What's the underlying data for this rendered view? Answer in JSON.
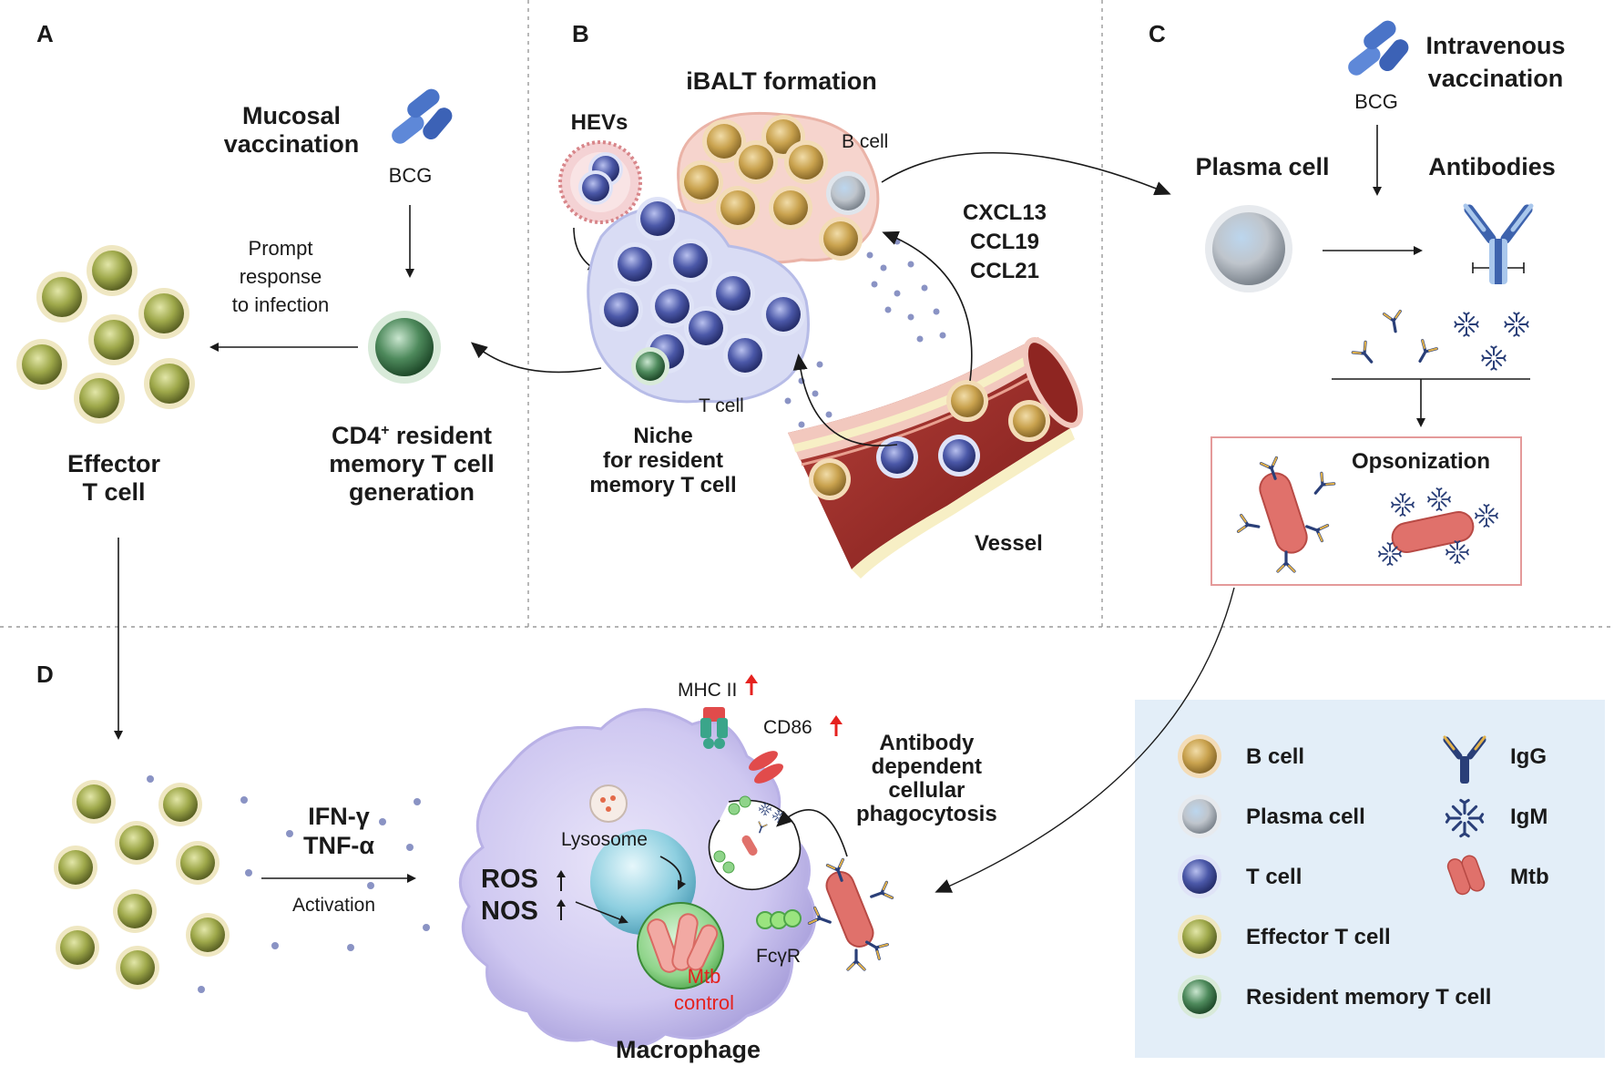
{
  "panels": {
    "A": {
      "letter": "A",
      "mucosal_vaccination": [
        "Mucosal",
        "vaccination"
      ],
      "bcg": "BCG",
      "prompt_response": [
        "Prompt",
        "response",
        "to infection"
      ],
      "effector_t_cell": [
        "Effector",
        "T cell"
      ],
      "cd4_line1_main": "CD4",
      "cd4_line1_sup": "+",
      "cd4_line1_rest": " resident",
      "cd4_line2": "memory T cell",
      "cd4_line3": "generation"
    },
    "B": {
      "letter": "B",
      "title": "iBALT formation",
      "hevs": "HEVs",
      "b_cell": "B cell",
      "t_cell": "T cell",
      "chemokines": [
        "CXCL13",
        "CCL19",
        "CCL21"
      ],
      "niche": [
        "Niche",
        "for resident",
        "memory T cell"
      ],
      "vessel": "Vessel"
    },
    "C": {
      "letter": "C",
      "intravenous_vaccination": [
        "Intravenous",
        "vaccination"
      ],
      "bcg": "BCG",
      "plasma_cell": "Plasma cell",
      "antibodies": "Antibodies",
      "opsonization": "Opsonization"
    },
    "D": {
      "letter": "D",
      "cytokines": [
        "IFN-γ",
        "TNF-α"
      ],
      "activation": "Activation",
      "mhc_ii": "MHC II",
      "cd86": "CD86",
      "lysosome": "Lysosome",
      "ros": "ROS",
      "nos": "NOS",
      "mtb_control": [
        "Mtb",
        "control"
      ],
      "fcgr": "FcγR",
      "adcp": [
        "Antibody",
        "dependent",
        "cellular",
        "phagocytosis"
      ],
      "macrophage": "Macrophage"
    }
  },
  "legend": [
    {
      "label": "B cell",
      "icon": "b-cell-icon"
    },
    {
      "label": "Plasma cell",
      "icon": "plasma-cell-icon"
    },
    {
      "label": "T cell",
      "icon": "t-cell-icon"
    },
    {
      "label": "Effector T cell",
      "icon": "effector-t-cell-icon"
    },
    {
      "label": "Resident memory T cell",
      "icon": "resident-memory-t-cell-icon"
    },
    {
      "label": "IgG",
      "icon": "igg-icon"
    },
    {
      "label": "IgM",
      "icon": "igm-icon"
    },
    {
      "label": "Mtb",
      "icon": "mtb-icon"
    }
  ],
  "colors": {
    "b_cell": "#c9a24e",
    "plasma_cell": "#bfc5cc",
    "t_cell": "#4b58a8",
    "effector_t_cell": "#9ea84a",
    "resident_memory_t_cell": "#4e8a5c",
    "mtb": "#e0716b",
    "igg_dark": "#2a3f78",
    "igg_light": "#e3b24a",
    "legend_bg": "#e3eef8",
    "up_arrow": "#e5221f"
  }
}
